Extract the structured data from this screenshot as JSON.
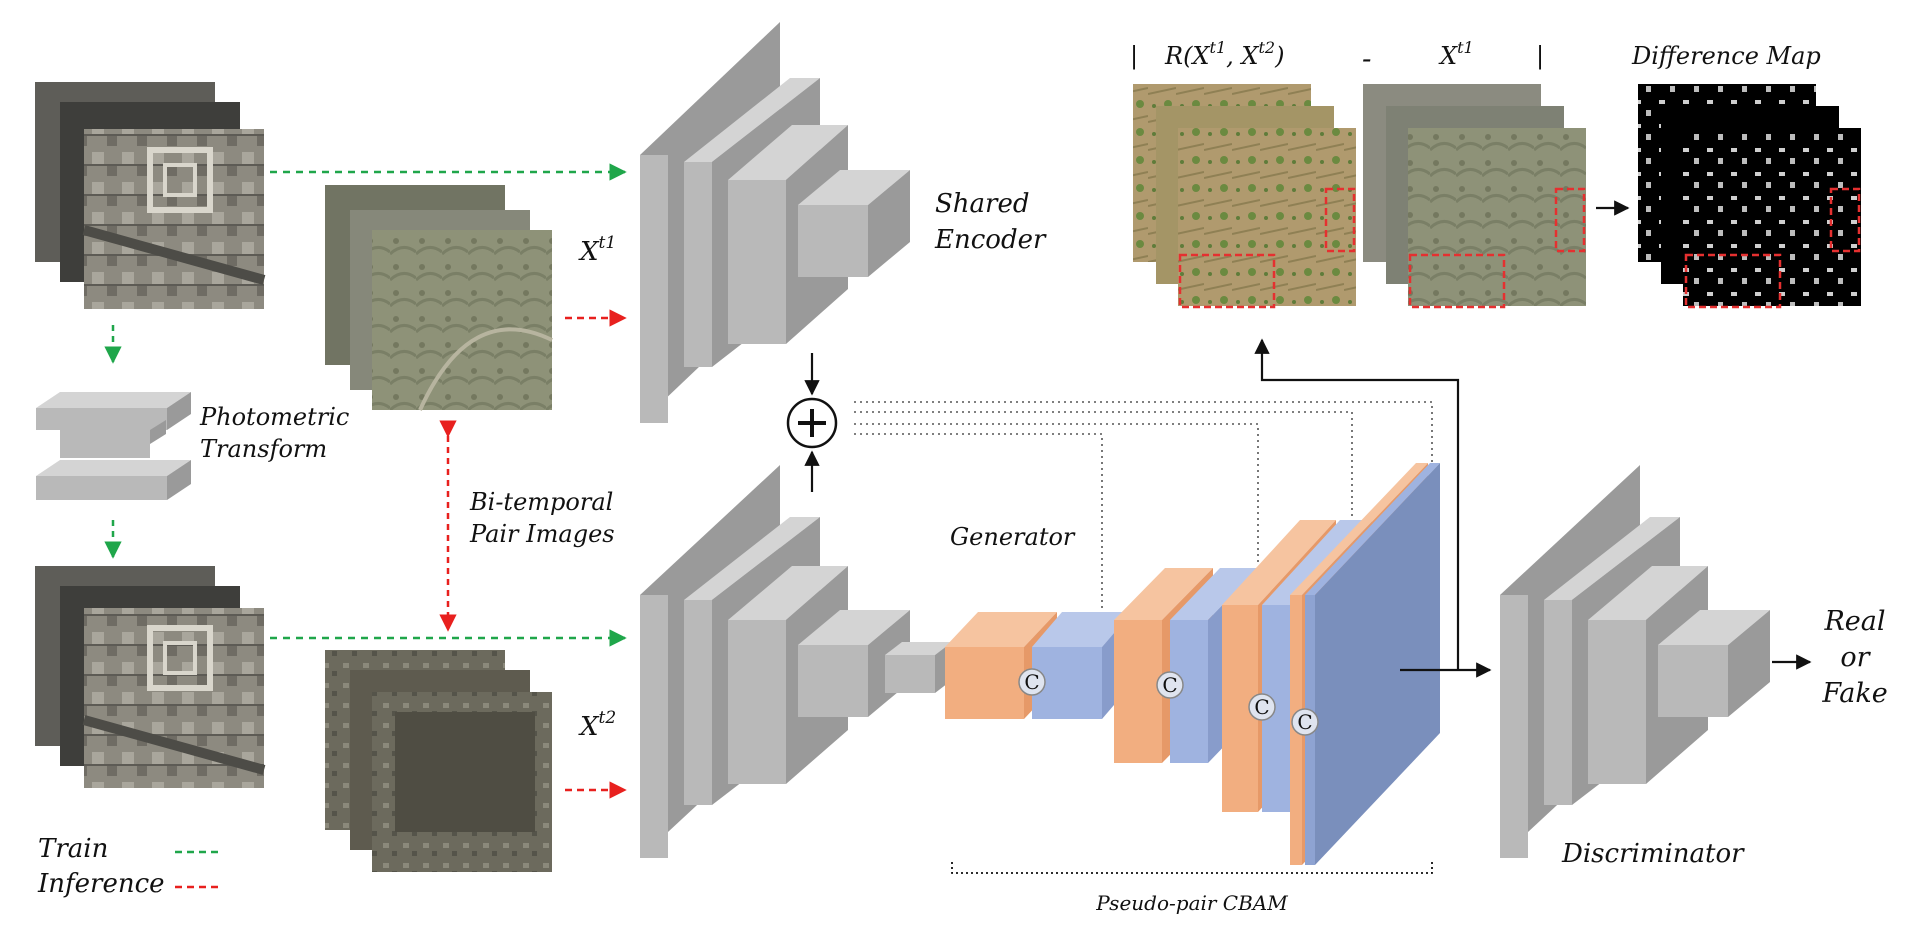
{
  "labels": {
    "shared_encoder_1": "Shared",
    "shared_encoder_2": "Encoder",
    "photometric_1": "Photometric",
    "photometric_2": "Transform",
    "bitemporal_1": "Bi-temporal",
    "bitemporal_2": "Pair Images",
    "generator": "Generator",
    "discriminator": "Discriminator",
    "pseudo_pair": "Pseudo-pair CBAM",
    "real": "Real",
    "or": "or",
    "fake": "Fake",
    "xt1_base": "X",
    "xt1_sup": "t1",
    "xt2_base": "X",
    "xt2_sup": "t2",
    "legend_train": "Train",
    "legend_inference": "Inference",
    "top_r": "R(X",
    "top_r_sup1": "t1",
    "top_r_mid": ", X",
    "top_r_sup2": "t2",
    "top_r_end": ")",
    "top_minus": "-",
    "top_x_base": "X",
    "top_x_sup": "t1",
    "top_bar": "|",
    "difference_map": "Difference Map",
    "concat_symbol": "C",
    "sum_symbol": "+"
  },
  "colors": {
    "train_arrow": "#1fa64a",
    "inference_arrow": "#e8201e",
    "block_front": "#b9b9b9",
    "block_top": "#d4d4d4",
    "block_side": "#9a9a9a",
    "orange": "#f2ae80",
    "blue": "#9fb3e0",
    "dark_blue": "#7a8fbc",
    "red_box": "#e53030"
  }
}
